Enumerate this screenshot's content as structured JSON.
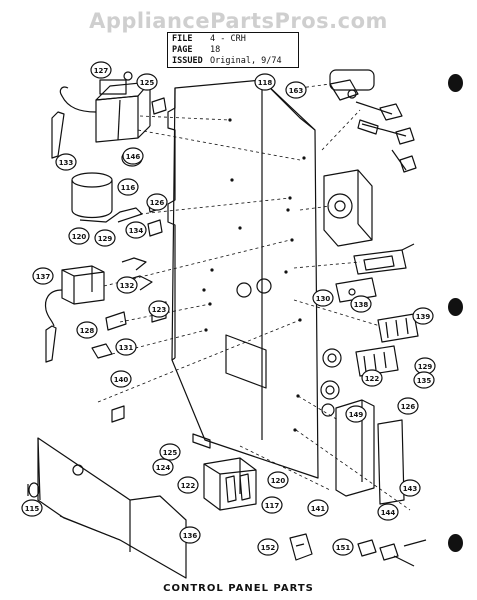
{
  "watermark": "AppliancePartsPros.com",
  "info": {
    "file_key": "FILE",
    "file_value": "4 - CRH",
    "page_key": "PAGE",
    "page_value": "18",
    "issued_key": "ISSUED",
    "issued_value": "Original, 9/74"
  },
  "caption": "CONTROL PANEL PARTS",
  "callouts": [
    "127",
    "125",
    "118",
    "133",
    "130",
    "163",
    "146",
    "116",
    "126",
    "120",
    "129",
    "134",
    "137",
    "132",
    "123",
    "128",
    "130",
    "138",
    "131",
    "140",
    "129",
    "139",
    "135",
    "122",
    "126",
    "149",
    "125",
    "124",
    "122",
    "120",
    "117",
    "141",
    "144",
    "143",
    "115",
    "136",
    "152",
    "151"
  ]
}
